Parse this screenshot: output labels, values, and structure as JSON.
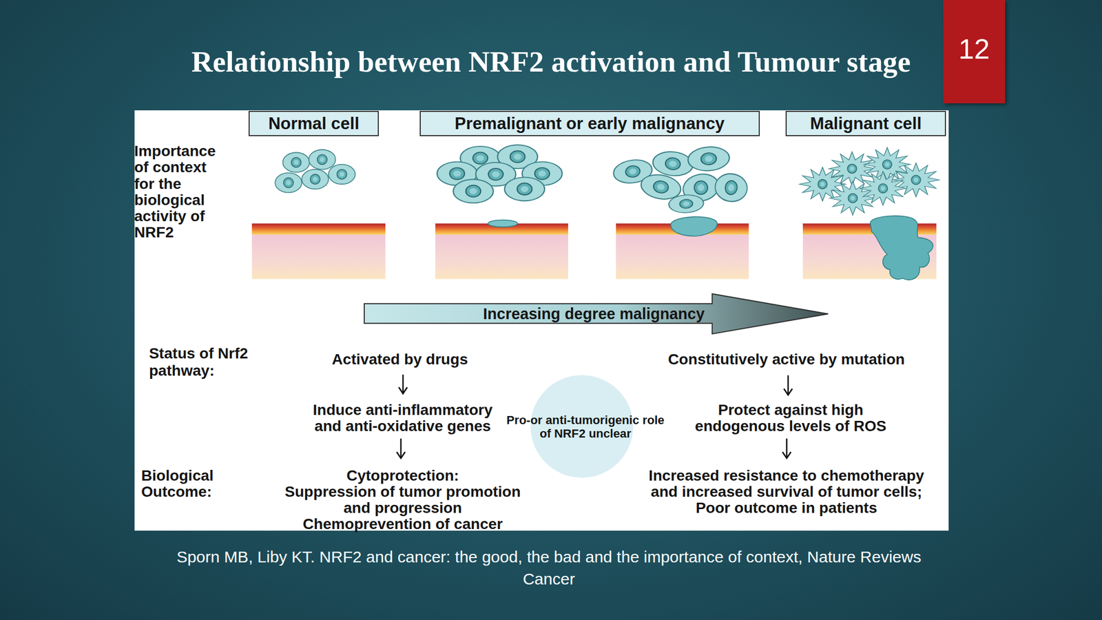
{
  "diagram": {
    "title": "Relationship between NRF2 activation and Tumour stage",
    "caption": "Sporn MB, Liby KT. NRF2 and cancer: the good, the bad and the importance of context, Nature Reviews Cancer",
    "nodes": [
      {
        "text": [
          "Normal cell"
        ]
      },
      {
        "text": [
          "Premalignant or early malignancy"
        ]
      },
      {
        "text": [
          "Malignant cell"
        ]
      },
      {
        "text": [
          "Increasing degree malignancy"
        ]
      },
      {
        "text": [
          "Pro-or anti-tumorigenic role of NRF2 unclear"
        ]
      }
    ],
    "labels": [
      "12",
      "Importance of context for the biological activity of NRF2",
      "Status of Nrf2 pathway:",
      "Activated by drugs",
      "Induce anti-inflammatory and anti-oxidative genes",
      "Cytoprotection:",
      "Suppression of tumor promotion and progression",
      "Chemoprevention of cancer",
      "Constitutively active by mutation",
      "Protect against high endogenous levels of ROS",
      "Increased resistance to chemotherapy and increased survival of tumor cells;",
      "Poor outcome in patients",
      "Biological Outcome:"
    ]
  }
}
